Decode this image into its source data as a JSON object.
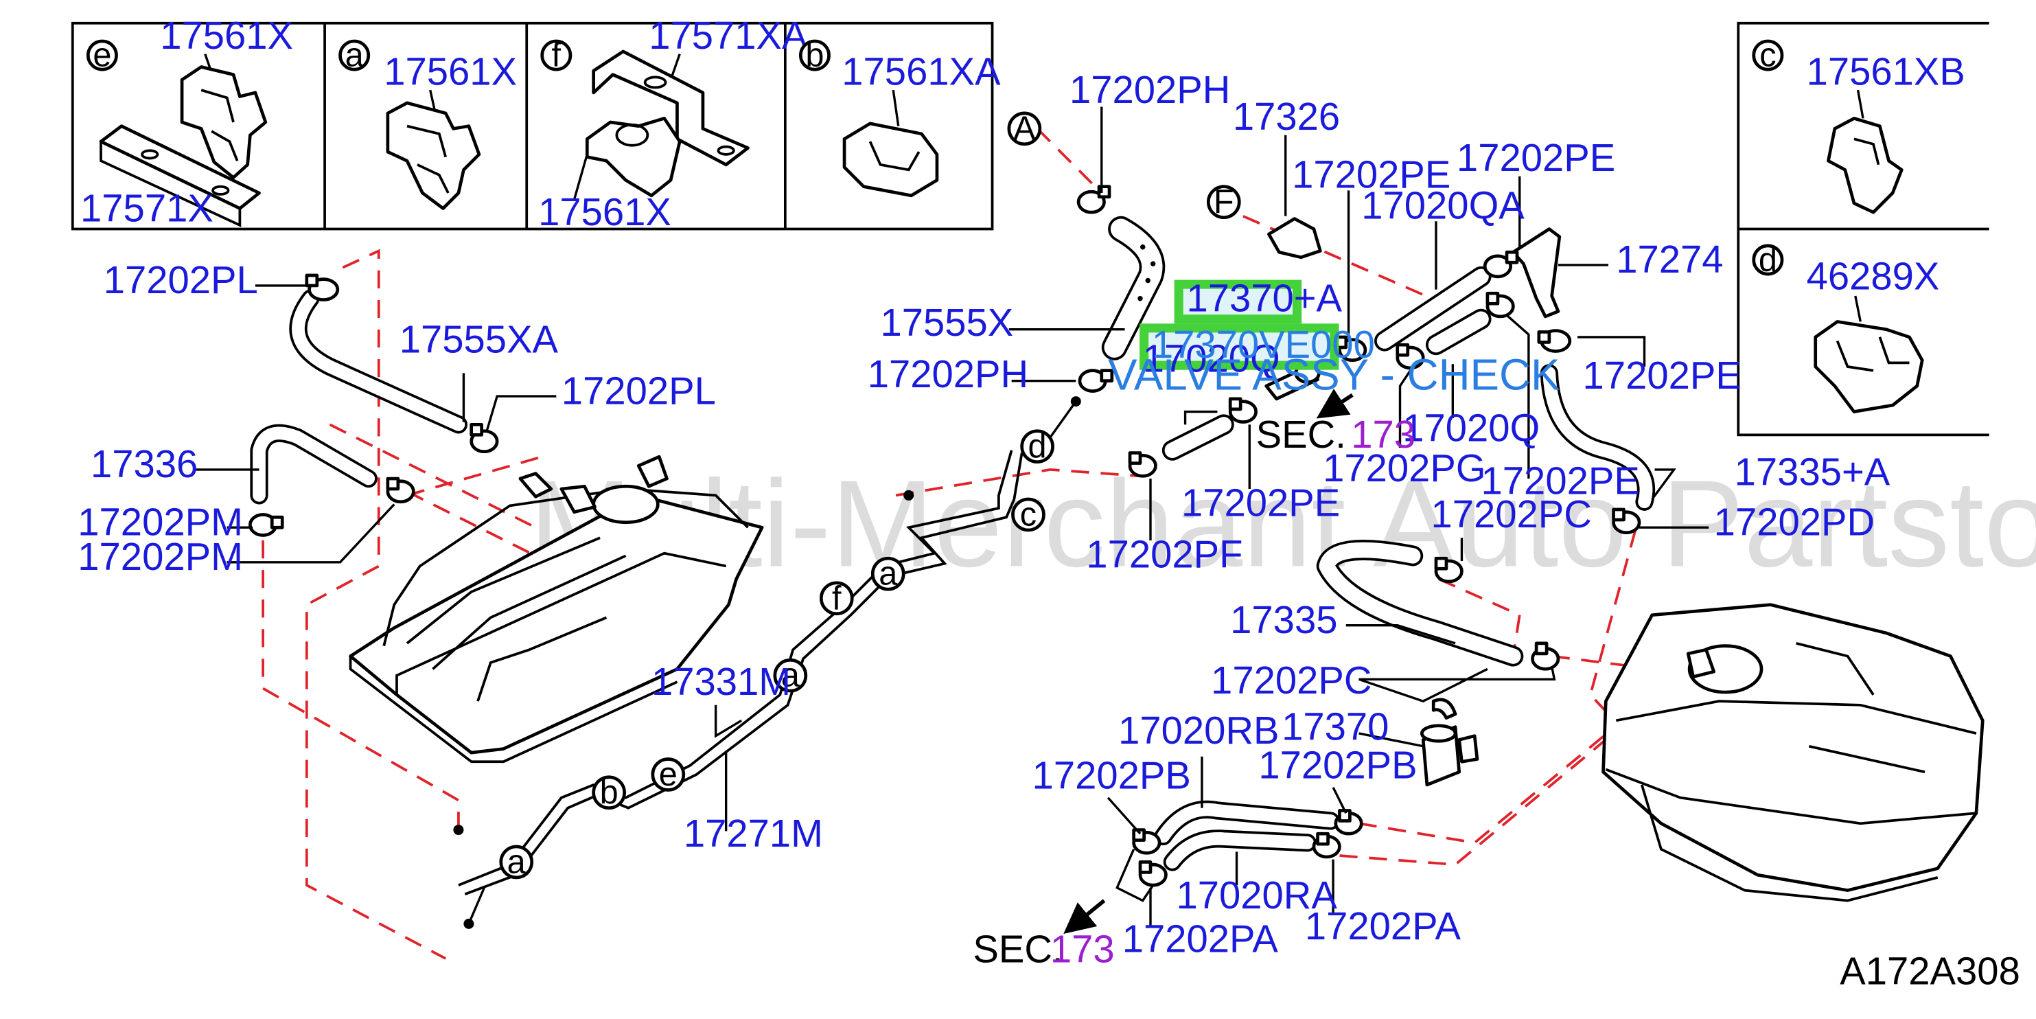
{
  "diagram_code": "A172A308",
  "watermark": "Multi-Merchant Auto Partstore",
  "highlight": {
    "primary": "17370VE000",
    "secondary": "17370+A",
    "description": "VALVE ASSY - CHECK",
    "color": "#44d13a"
  },
  "colors": {
    "part_label": "#1a1adc",
    "section_number": "#9b1fd0",
    "dashed_connector": "#e0232b",
    "description": "#2a7de1"
  },
  "callouts": {
    "a": "a",
    "b": "b",
    "c": "c",
    "d": "d",
    "e": "e",
    "f": "f",
    "A": "A",
    "F": "F"
  },
  "sec_label": "SEC.",
  "sec_number": "173",
  "detail_labels": {
    "e_top": "17561X",
    "e_bottom": "17571X",
    "a_top": "17561X",
    "f_top": "17571XA",
    "f_bottom": "17561X",
    "b_top": "17561XA",
    "c_top": "17561XB",
    "d_top": "46289X"
  },
  "part_labels": {
    "p17202PL_top": "17202PL",
    "p17555XA": "17555XA",
    "p17202PL_mid": "17202PL",
    "p17336": "17336",
    "p17202PM_1": "17202PM",
    "p17202PM_2": "17202PM",
    "p17202PH_top": "17202PH",
    "p17555X": "17555X",
    "p17202PH_mid": "17202PH",
    "p17326": "17326",
    "p17202PE_1": "17202PE",
    "p17020QA": "17020QA",
    "p17202PE_2": "17202PE",
    "p17274": "17274",
    "p17020Q_1": "17020Q",
    "p17020Q_2": "17020Q",
    "p17202PG": "17202PG",
    "p17202PE_3": "17202PE",
    "p17202PE_4": "17202PE",
    "p17202PE_5": "17202PE",
    "p17202PF": "17202PF",
    "p17335A": "17335+A",
    "p17202PC_1": "17202PC",
    "p17202PD": "17202PD",
    "p17335": "17335",
    "p17202PC_2": "17202PC",
    "p17370": "17370",
    "p17331M": "17331M",
    "p17271M": "17271M",
    "p17020RB": "17020RB",
    "p17202PB_1": "17202PB",
    "p17202PB_2": "17202PB",
    "p17020RA": "17020RA",
    "p17202PA_1": "17202PA",
    "p17202PA_2": "17202PA"
  }
}
